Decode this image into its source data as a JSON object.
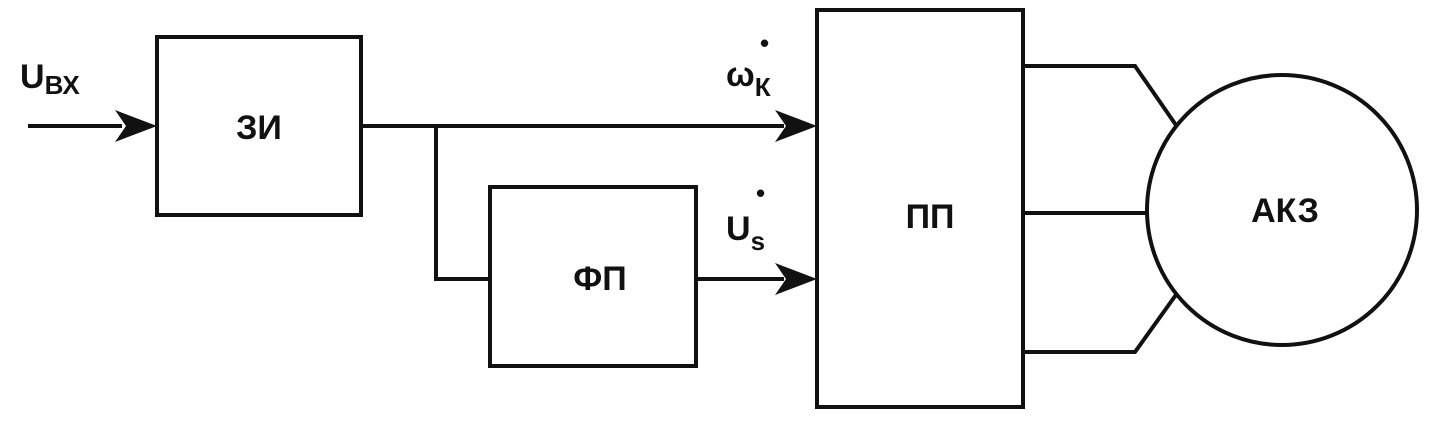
{
  "blocks": {
    "zi": "ЗИ",
    "fp": "ФП",
    "pp": "ПП",
    "motor": "АКЗ"
  },
  "signals": {
    "input": {
      "main": "U",
      "sub": "ВХ"
    },
    "omega": {
      "main": "ω",
      "sub": "К",
      "dot": "•"
    },
    "us": {
      "main": "U",
      "sub": "s",
      "dot": "•"
    }
  },
  "colors": {
    "stroke": "#111111",
    "background": "#ffffff"
  }
}
